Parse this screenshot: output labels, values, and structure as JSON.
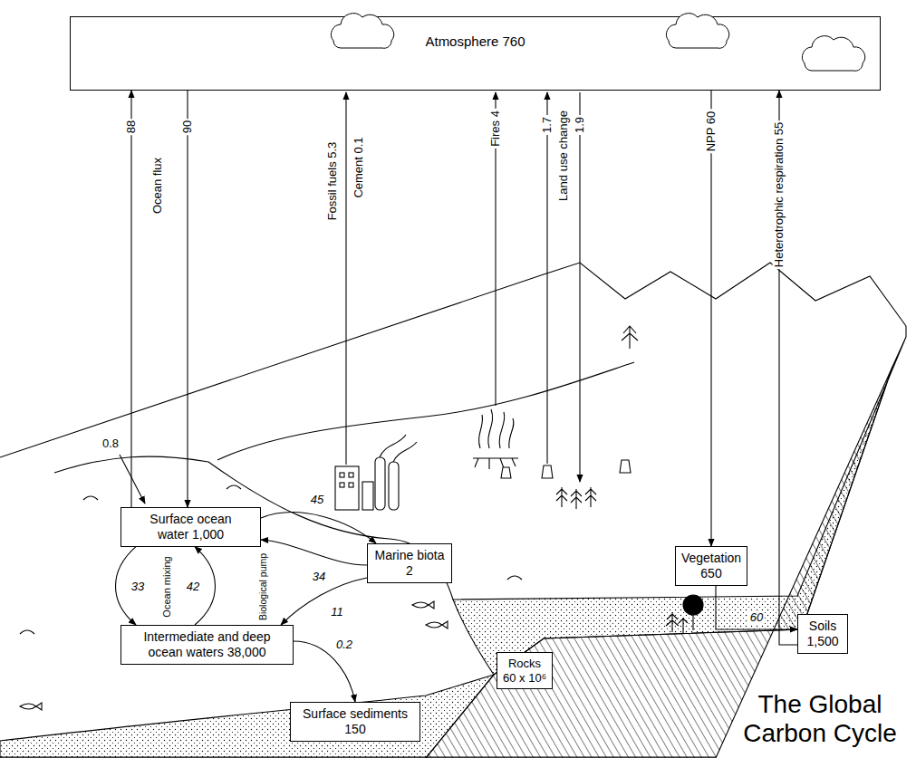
{
  "diagram": {
    "title": "The Global Carbon Cycle",
    "nodes": [
      {
        "text": [
          "Atmosphere 760"
        ]
      },
      {
        "text": [
          "Surface ocean water 1,000"
        ]
      },
      {
        "text": [
          "Marine biota 2"
        ]
      },
      {
        "text": [
          "Intermediate and deep ocean waters 38,000"
        ]
      },
      {
        "text": [
          "Vegetation 650"
        ]
      },
      {
        "text": [
          "Soils 1,500"
        ]
      },
      {
        "text": [
          "Surface sediments 150"
        ]
      },
      {
        "text": [
          "Rocks 60 x 10⁶"
        ]
      }
    ],
    "edges": [
      {
        "from": 1,
        "to": 0,
        "label": "88",
        "arrow": "to"
      },
      {
        "from": 0,
        "to": 1,
        "label": "90",
        "arrow": "to"
      },
      {
        "from": 0,
        "to": 4,
        "label": "NPP 60",
        "arrow": "to"
      },
      {
        "from": 5,
        "to": 0,
        "label": "Heterotrophic respiration 55",
        "arrow": "to"
      },
      {
        "from": 1,
        "to": 2,
        "label": "45",
        "arrow": "to"
      },
      {
        "from": 2,
        "to": 1,
        "label": "34",
        "arrow": "to"
      },
      {
        "from": 1,
        "to": 3,
        "label": "33",
        "arrow": "to"
      },
      {
        "from": 3,
        "to": 1,
        "label": "42",
        "arrow": "to"
      },
      {
        "from": 2,
        "to": 3,
        "label": "11",
        "arrow": "to"
      },
      {
        "from": 3,
        "to": 6,
        "label": "0.2",
        "arrow": "to"
      },
      {
        "from": 4,
        "to": 5,
        "label": "60",
        "arrow": "to"
      }
    ],
    "labels": [
      "Ocean flux",
      "Fossil fuels 5.3",
      "Cement 0.1",
      "Fires 4",
      "1.7",
      "Land use change",
      "1.9",
      "0.8",
      "Ocean mixing",
      "Biological pump"
    ]
  }
}
